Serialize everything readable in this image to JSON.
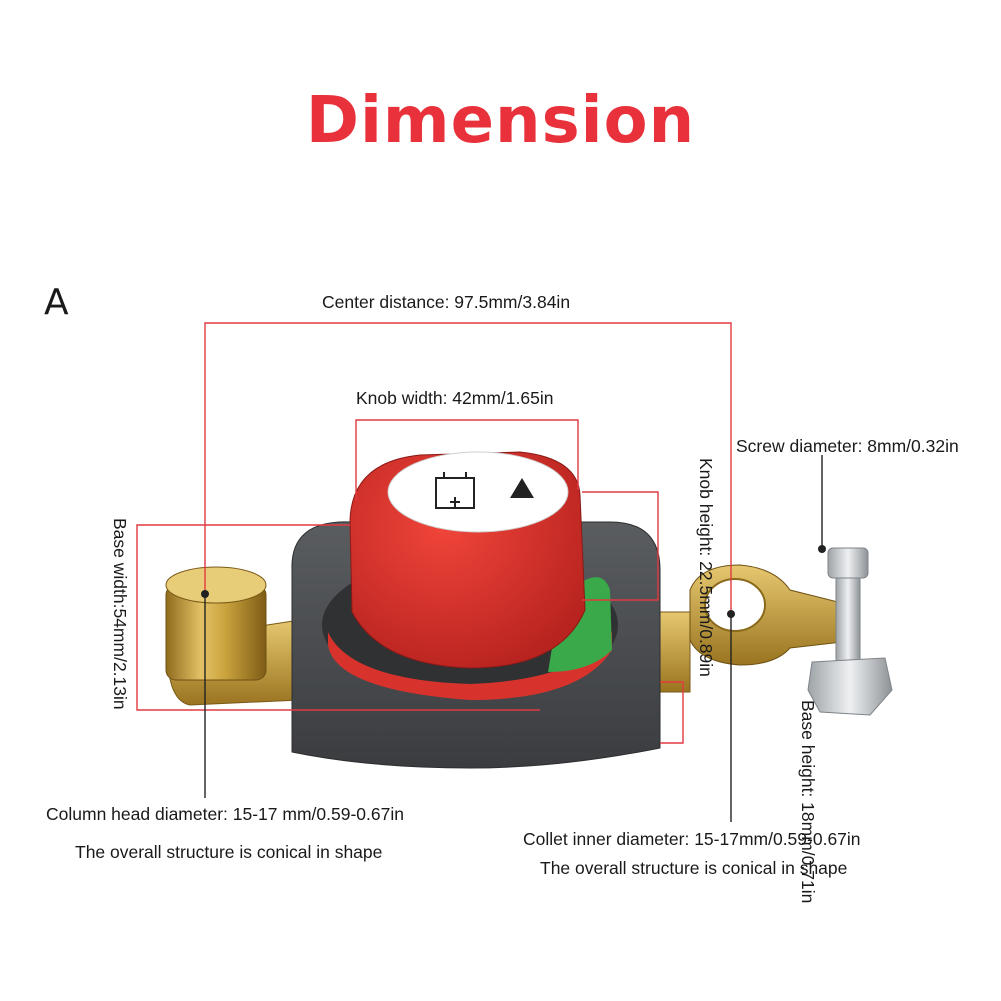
{
  "title": "Dimension",
  "section": "A",
  "colors": {
    "title": "#e8313a",
    "lines": "#e03a40",
    "knob": "#d8322c",
    "base": "#4b4e51",
    "brass": "#c9a23c",
    "green": "#3aa94a"
  },
  "icons": [
    "battery-icon",
    "triangle-icon"
  ],
  "labels": {
    "center_distance": "Center distance: 97.5mm/3.84in",
    "knob_width": "Knob width: 42mm/1.65in",
    "knob_height": "Knob height: 22.5mm/0.89in",
    "screw_diameter": "Screw diameter: 8mm/0.32in",
    "base_width": "Base width:54mm/2.13in",
    "base_height": "Base height: 18mm/0.71in",
    "column_head": "Column head diameter: 15-17 mm/0.59-0.67in",
    "column_shape": "The overall structure is conical in shape",
    "collet_inner": "Collet inner diameter: 15-17mm/0.59-0.67in",
    "collet_shape": "The overall structure is conical in shape"
  }
}
